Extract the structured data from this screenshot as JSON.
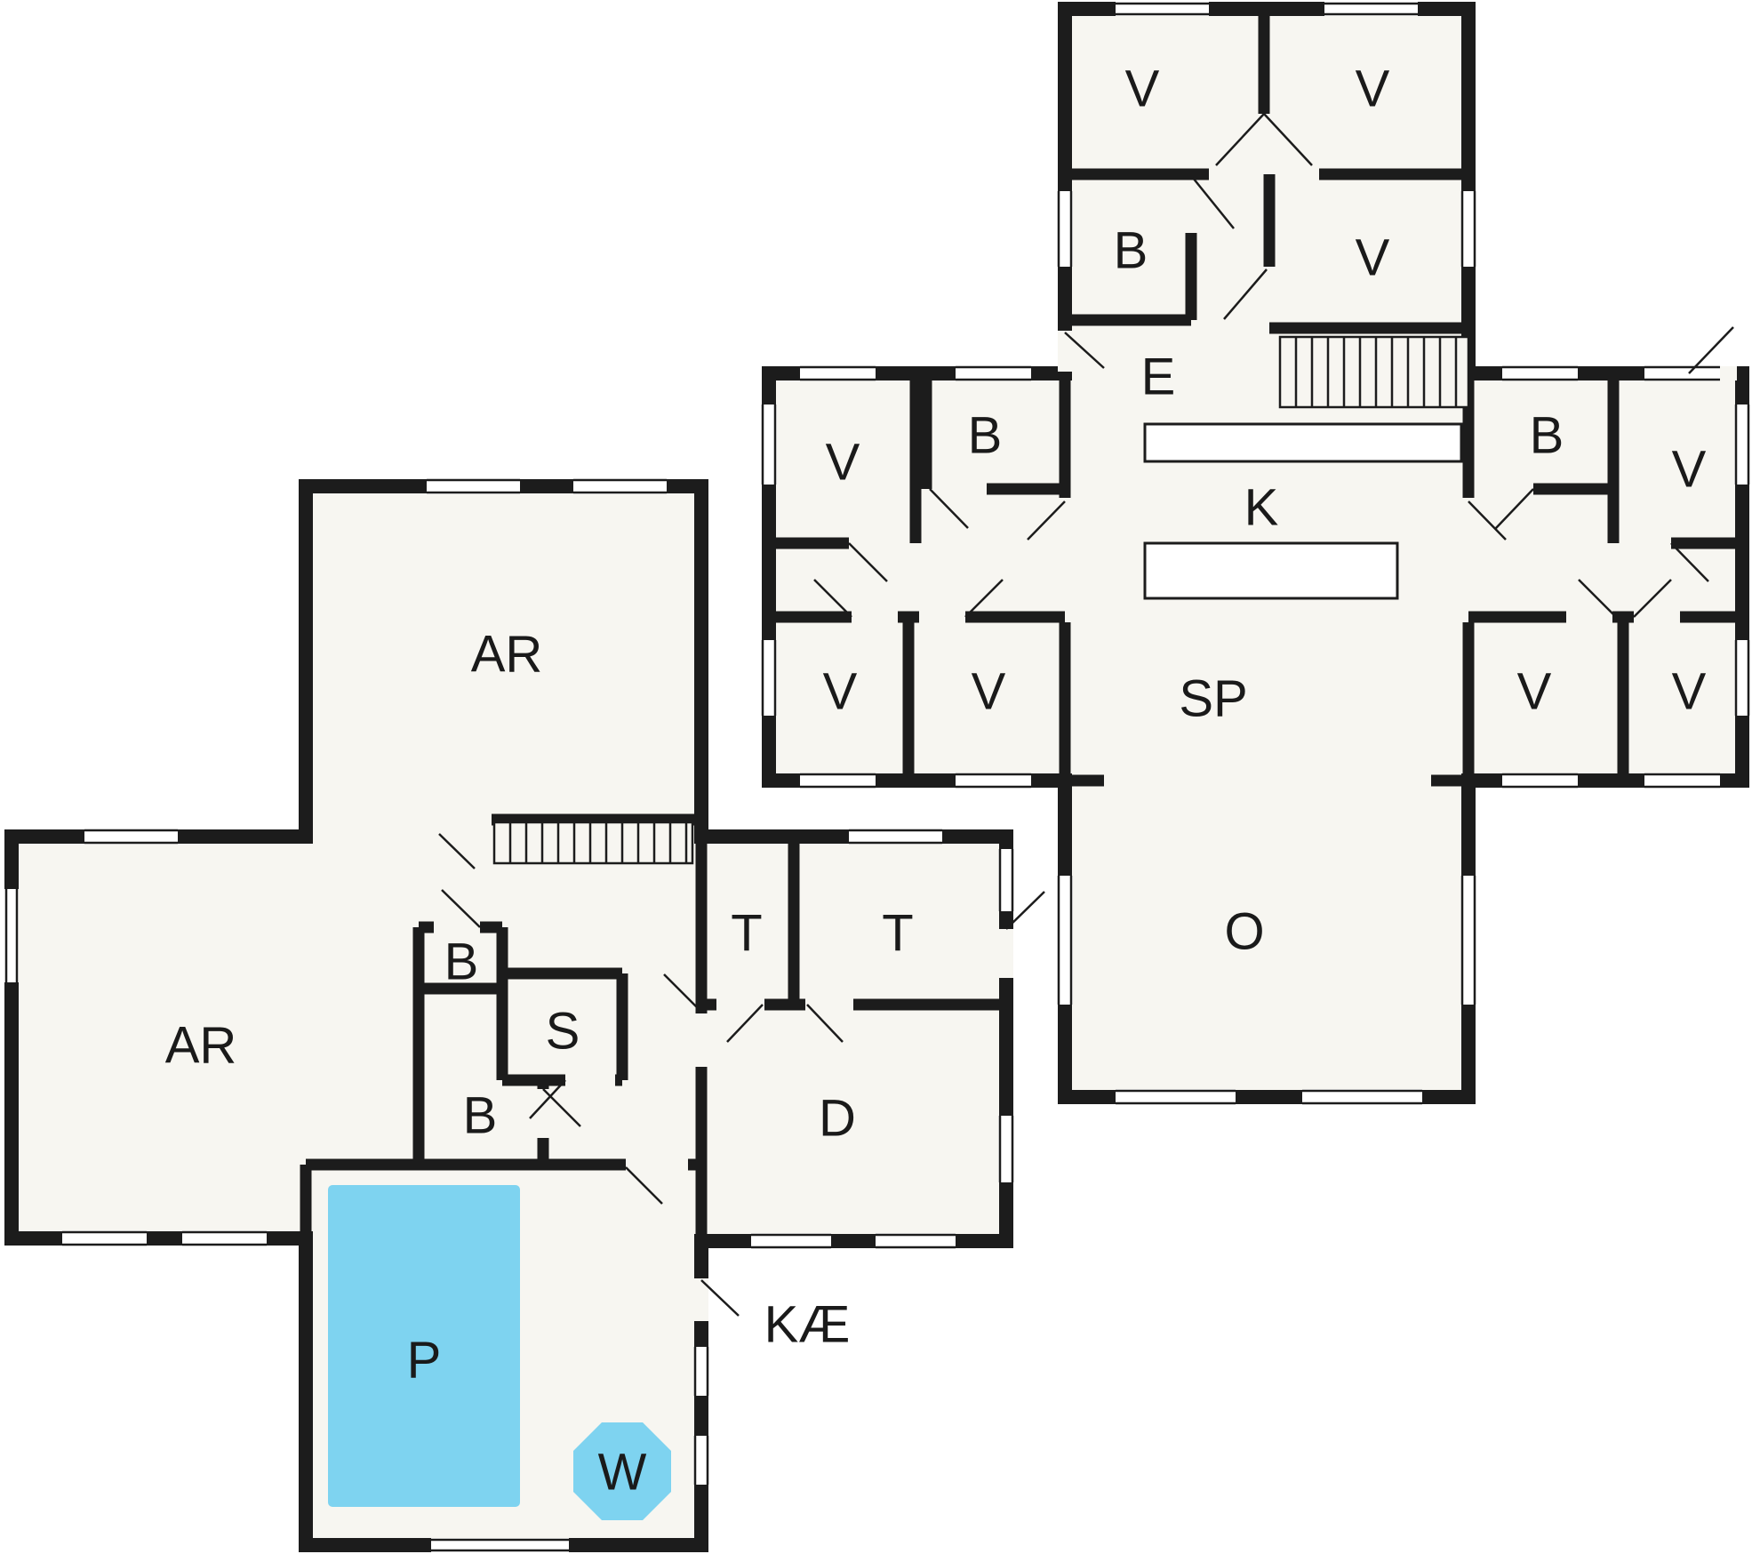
{
  "colors": {
    "wall": "#1c1c1c",
    "room_fill": "#f7f6f1",
    "window": "#ffffff",
    "pool": "#7ed3f0",
    "text": "#1a1a1a"
  },
  "plan": {
    "upper": {
      "rooms": [
        {
          "id": "v-top-left",
          "label": "V"
        },
        {
          "id": "v-top-right",
          "label": "V"
        },
        {
          "id": "b-top",
          "label": "B"
        },
        {
          "id": "v-top-middle",
          "label": "V"
        },
        {
          "id": "entrance",
          "label": "E"
        },
        {
          "id": "v-left-upper",
          "label": "V"
        },
        {
          "id": "b-left",
          "label": "B"
        },
        {
          "id": "b-right",
          "label": "B"
        },
        {
          "id": "v-right-upper",
          "label": "V"
        },
        {
          "id": "kitchen",
          "label": "K"
        },
        {
          "id": "v-left-lower-1",
          "label": "V"
        },
        {
          "id": "v-left-lower-2",
          "label": "V"
        },
        {
          "id": "dining",
          "label": "SP"
        },
        {
          "id": "v-right-lower-1",
          "label": "V"
        },
        {
          "id": "v-right-lower-2",
          "label": "V"
        },
        {
          "id": "living",
          "label": "O"
        }
      ]
    },
    "lower": {
      "rooms": [
        {
          "id": "activity-top",
          "label": "AR"
        },
        {
          "id": "activity-left",
          "label": "AR"
        },
        {
          "id": "b-upper",
          "label": "B"
        },
        {
          "id": "sauna",
          "label": "S"
        },
        {
          "id": "b-lower",
          "label": "B"
        },
        {
          "id": "toilet-left",
          "label": "T"
        },
        {
          "id": "toilet-right",
          "label": "T"
        },
        {
          "id": "d-room",
          "label": "D"
        },
        {
          "id": "pool",
          "label": "P"
        },
        {
          "id": "whirlpool",
          "label": "W"
        },
        {
          "id": "basement-entry",
          "label": "KÆ"
        }
      ]
    }
  }
}
